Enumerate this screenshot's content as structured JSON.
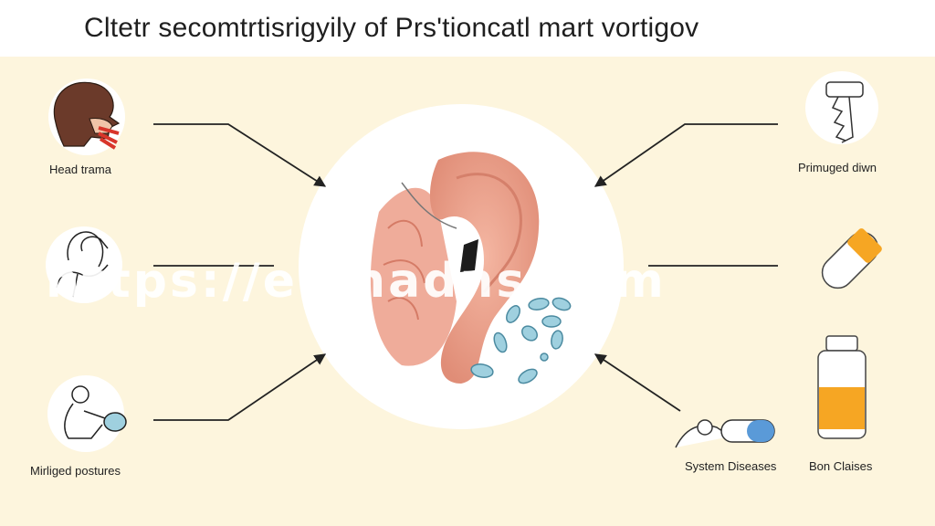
{
  "title": "Cltetr secomtrtisrigyily of Prs'tioncatl mart vortigov",
  "labels": {
    "head_trauma": "Head trama",
    "prolonged_down": "Primuged diwn",
    "prolonged_postures": "Mirliged postures",
    "system_diseases": "System Diseases",
    "bone_clauses": "Bon Claises"
  },
  "watermark": "https://elenadns.com",
  "colors": {
    "background": "#fdf5dd",
    "header": "#ffffff",
    "ear": "#e9a08a",
    "pill": "#8fc7d6",
    "accent_orange": "#f6a623",
    "skin_dark": "#6b3a2a"
  }
}
